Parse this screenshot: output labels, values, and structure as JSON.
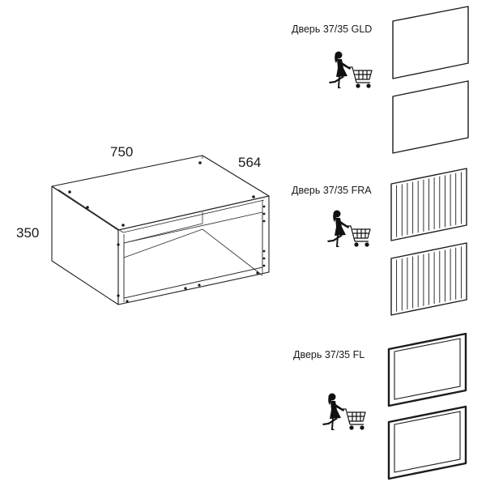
{
  "cabinet": {
    "width_label": "750",
    "depth_label": "564",
    "height_label": "350"
  },
  "door_options": [
    {
      "label": "Дверь 37/35 GLD",
      "style": "smooth"
    },
    {
      "label": "Дверь 37/35 FRA",
      "style": "grooved"
    },
    {
      "label": "Дверь 37/35 FL",
      "style": "framed"
    }
  ],
  "icons": {
    "shopper": "shopper-with-cart-icon"
  },
  "colors": {
    "line": "#1f1f1f",
    "background": "#ffffff"
  }
}
